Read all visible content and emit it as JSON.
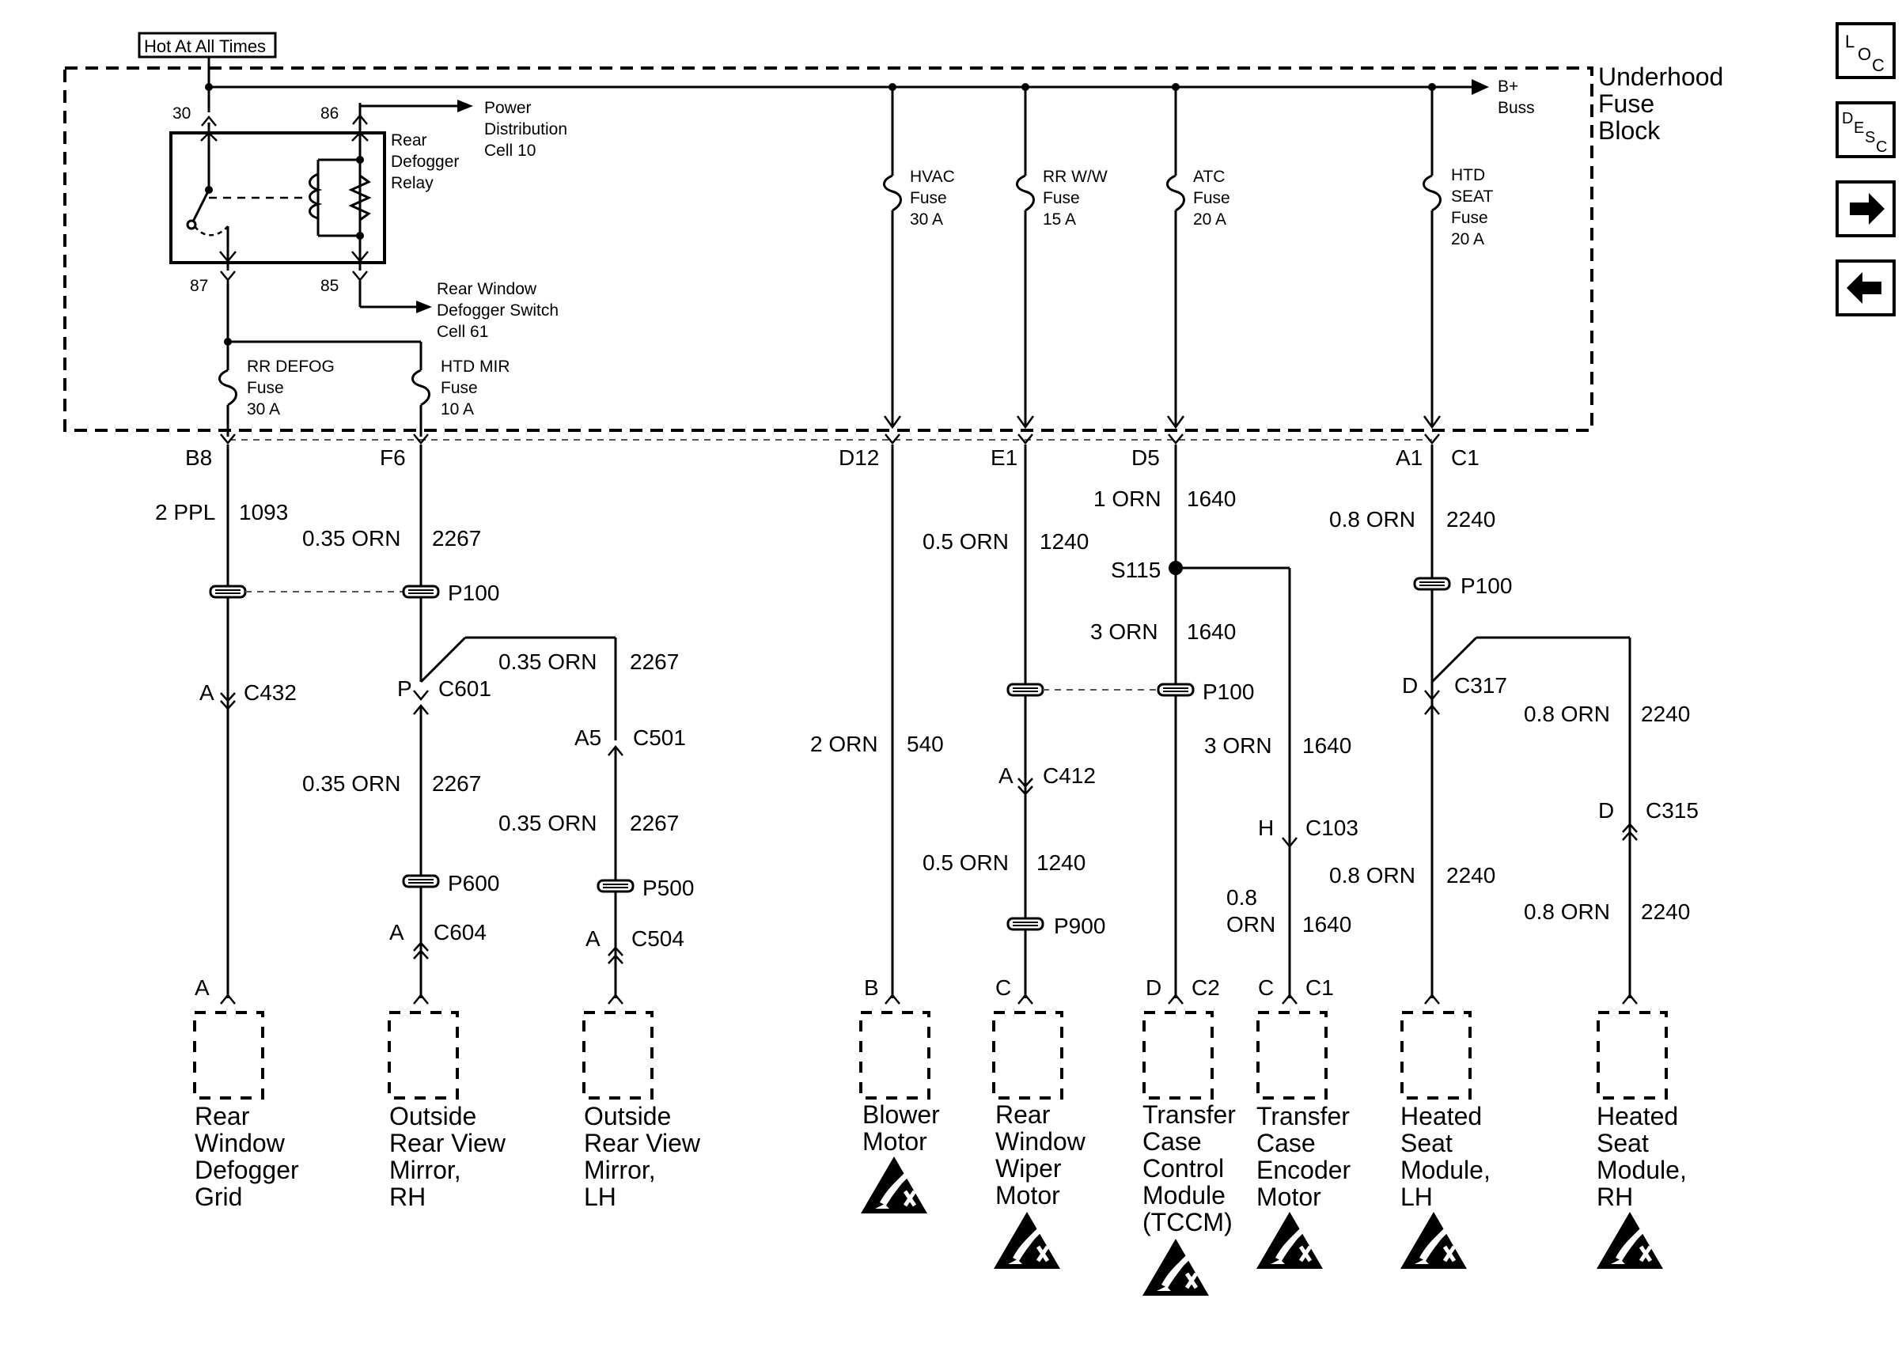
{
  "hot_label": "Hot At All Times",
  "fuse_block": {
    "line1": "Underhood",
    "line2": "Fuse",
    "line3": "Block"
  },
  "bplus": {
    "line1": "B+",
    "line2": "Buss"
  },
  "relay": {
    "pin30": "30",
    "pin86": "86",
    "pin87": "87",
    "pin85": "85",
    "name1": "Rear",
    "name2": "Defogger",
    "name3": "Relay"
  },
  "power_dist": {
    "line1": "Power",
    "line2": "Distribution",
    "line3": "Cell 10"
  },
  "rwd_switch": {
    "line1": "Rear Window",
    "line2": "Defogger Switch",
    "line3": "Cell 61"
  },
  "fuses": {
    "rr_defog": {
      "line1": "RR DEFOG",
      "line2": "Fuse",
      "line3": "30 A"
    },
    "htd_mir": {
      "line1": "HTD MIR",
      "line2": "Fuse",
      "line3": "10 A"
    },
    "hvac": {
      "line1": "HVAC",
      "line2": "Fuse",
      "line3": "30 A"
    },
    "rr_ww": {
      "line1": "RR W/W",
      "line2": "Fuse",
      "line3": "15 A"
    },
    "atc": {
      "line1": "ATC",
      "line2": "Fuse",
      "line3": "20 A"
    },
    "htd_seat": {
      "line1": "HTD",
      "line2": "SEAT",
      "line3": "Fuse",
      "line4": "20 A"
    }
  },
  "terminals": {
    "b8": "B8",
    "f6": "F6",
    "d12": "D12",
    "e1": "E1",
    "d5": "D5",
    "a1": "A1",
    "c1": "C1"
  },
  "wires": {
    "w1": {
      "gauge": "2 PPL",
      "circuit": "1093"
    },
    "w2": {
      "gauge": "0.35 ORN",
      "circuit": "2267"
    },
    "w3": {
      "gauge": "0.35 ORN",
      "circuit": "2267"
    },
    "w4": {
      "gauge": "0.35 ORN",
      "circuit": "2267"
    },
    "w5": {
      "gauge": "0.35 ORN",
      "circuit": "2267"
    },
    "w6": {
      "gauge": "2 ORN",
      "circuit": "540"
    },
    "w7": {
      "gauge": "0.5 ORN",
      "circuit": "1240"
    },
    "w8": {
      "gauge": "0.5 ORN",
      "circuit": "1240"
    },
    "w9": {
      "gauge": "1 ORN",
      "circuit": "1640"
    },
    "w10": {
      "gauge": "3 ORN",
      "circuit": "1640"
    },
    "w11": {
      "gauge": "3 ORN",
      "circuit": "1640"
    },
    "w12a": "0.8",
    "w12b": "ORN",
    "w12c": "1640",
    "w13": {
      "gauge": "0.8 ORN",
      "circuit": "2240"
    },
    "w14": {
      "gauge": "0.8 ORN",
      "circuit": "2240"
    },
    "w15": {
      "gauge": "0.8 ORN",
      "circuit": "2240"
    },
    "w16": {
      "gauge": "0.8 ORN",
      "circuit": "2240"
    }
  },
  "splice": "S115",
  "connectors": {
    "p100a": "P100",
    "p100b": "P100",
    "p100c": "P100",
    "c432_pin": "A",
    "c432": "C432",
    "c601_pin": "P",
    "c601": "C601",
    "c501_pin": "A5",
    "c501": "C501",
    "p600": "P600",
    "p500": "P500",
    "p900": "P900",
    "c604_pin": "A",
    "c604": "C604",
    "c504_pin": "A",
    "c504": "C504",
    "c412_pin": "A",
    "c412": "C412",
    "c103_pin": "H",
    "c103": "C103",
    "c317_pin": "D",
    "c317": "C317",
    "c315_pin": "D",
    "c315": "C315"
  },
  "pins": {
    "grid": "A",
    "blower": "B",
    "wiper": "C",
    "tccm_pin": "D",
    "tccm_conn": "C2",
    "encoder_pin": "C",
    "encoder_conn": "C1"
  },
  "components": {
    "grid": [
      "Rear",
      "Window",
      "Defogger",
      "Grid"
    ],
    "mirror_rh": [
      "Outside",
      "Rear View",
      "Mirror,",
      "RH"
    ],
    "mirror_lh": [
      "Outside",
      "Rear View",
      "Mirror,",
      "LH"
    ],
    "blower": [
      "Blower",
      "Motor"
    ],
    "wiper": [
      "Rear",
      "Window",
      "Wiper",
      "Motor"
    ],
    "tccm": [
      "Transfer",
      "Case",
      "Control",
      "Module",
      "(TCCM)"
    ],
    "encoder": [
      "Transfer",
      "Case",
      "Encoder",
      "Motor"
    ],
    "seat_lh": [
      "Heated",
      "Seat",
      "Module,",
      "LH"
    ],
    "seat_rh": [
      "Heated",
      "Seat",
      "Module,",
      "RH"
    ]
  },
  "nav": {
    "loc": [
      "L",
      "O",
      "C"
    ],
    "desc": [
      "D",
      "E",
      "S",
      "C"
    ]
  }
}
